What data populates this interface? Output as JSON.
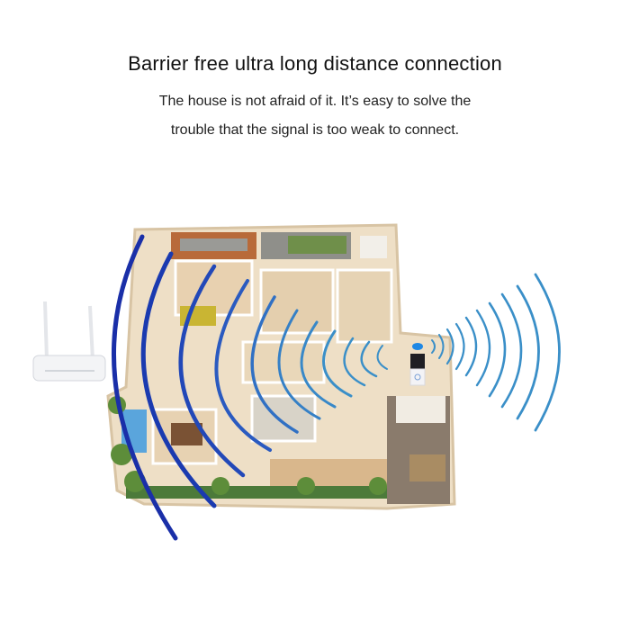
{
  "heading": {
    "title": "Barrier free ultra long distance connection",
    "line1": "The house is not afraid of it. It’s easy to solve the",
    "line2": "trouble that the signal is too weak to connect."
  },
  "illustration": {
    "router": "router-icon",
    "doorbell": "video-doorbell-icon",
    "house": "floor-plan-3d",
    "router_wave_color": "#1a2fa8",
    "doorbell_wave_color": "#3a8fc8"
  }
}
